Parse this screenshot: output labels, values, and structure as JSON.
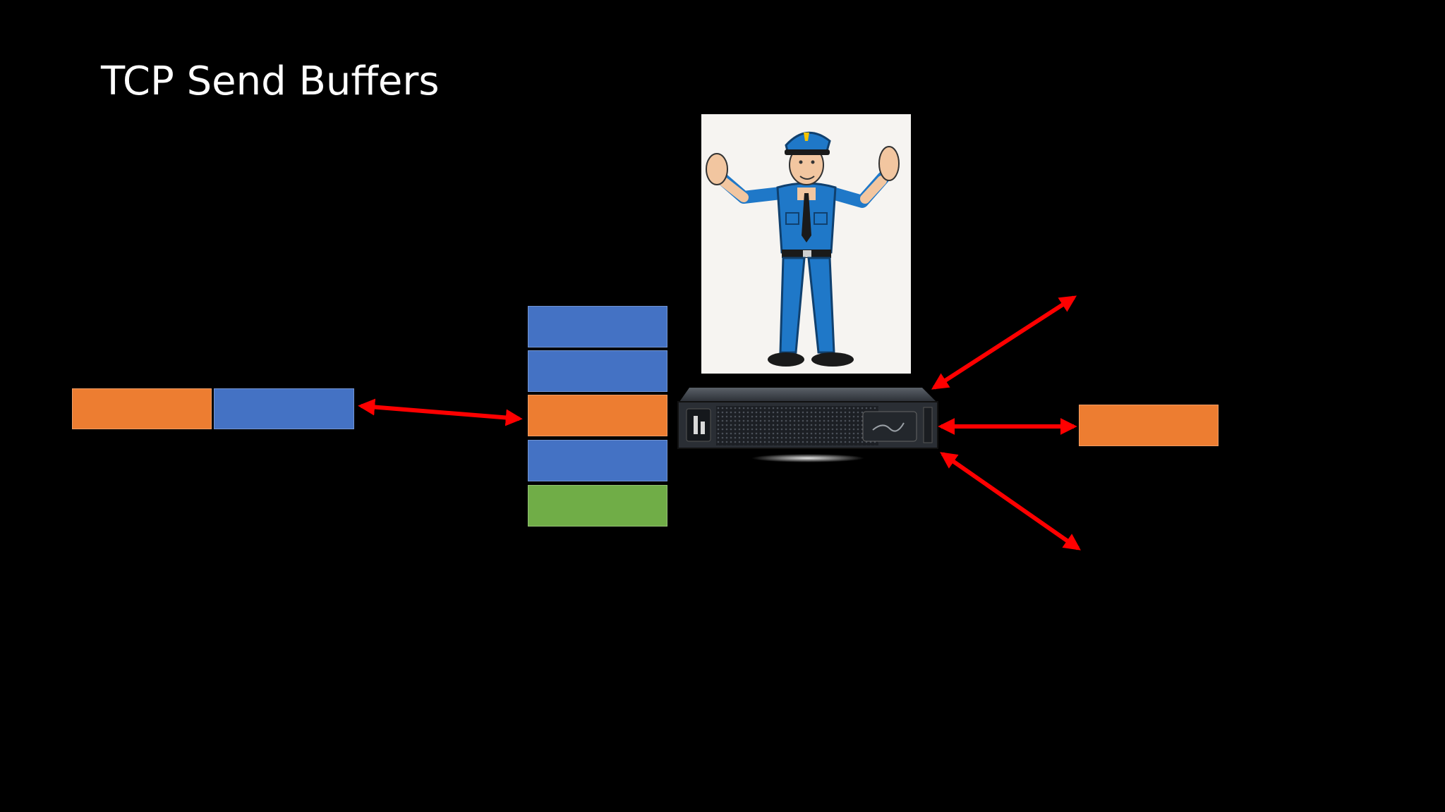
{
  "slide": {
    "title": "TCP Send Buffers"
  },
  "colors": {
    "background": "#000000",
    "title": "#ffffff",
    "buffer_blue": "#4472c4",
    "buffer_orange": "#ed7d31",
    "buffer_green": "#70ad47",
    "arrow": "#ff0000"
  },
  "diagram": {
    "sender_buffer": [
      "orange",
      "blue"
    ],
    "socket_buffer_stack": [
      "blue",
      "blue",
      "orange",
      "blue",
      "green"
    ],
    "receiver_buffer": [
      "orange"
    ],
    "images": [
      "police-officer-stop-illustration",
      "rack-server"
    ]
  }
}
